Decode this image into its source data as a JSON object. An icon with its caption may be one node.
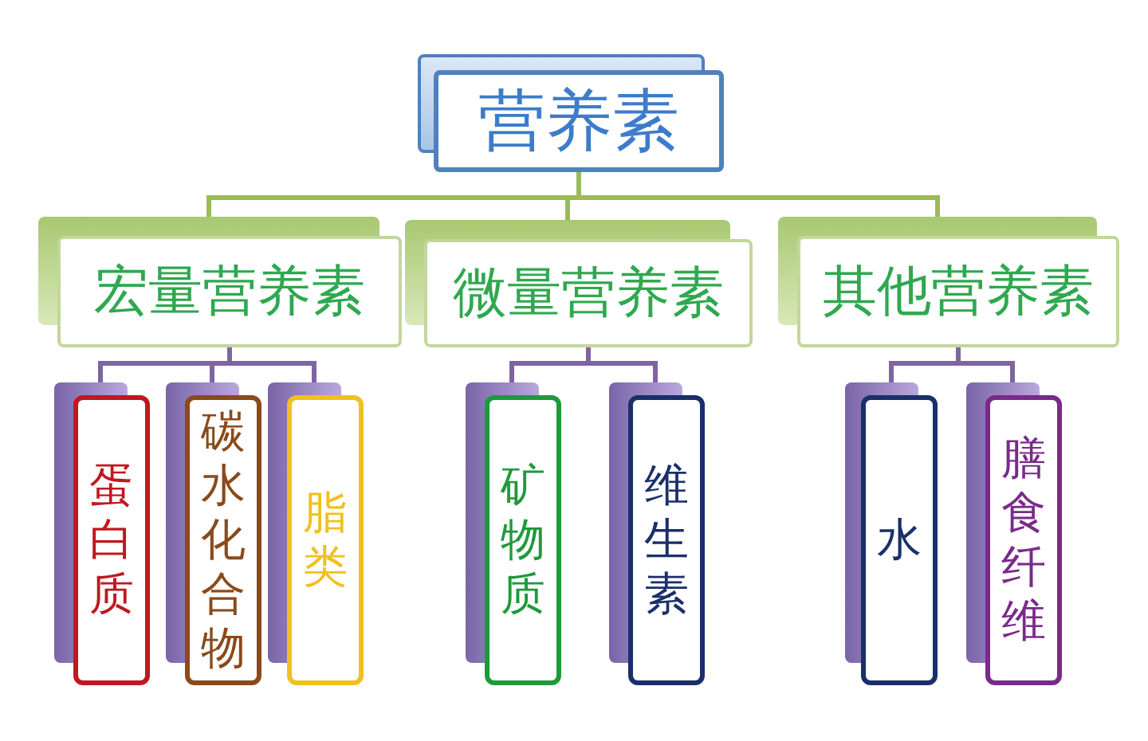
{
  "diagram": {
    "nodes": [
      {
        "text": [
          "营养素"
        ]
      },
      {
        "text": [
          "宏量营养素"
        ]
      },
      {
        "text": [
          "微量营养素"
        ]
      },
      {
        "text": [
          "其他营养素"
        ]
      },
      {
        "text": [
          "蛋白质"
        ]
      },
      {
        "text": [
          "碳水化合物"
        ]
      },
      {
        "text": [
          "脂类"
        ]
      },
      {
        "text": [
          "矿物质"
        ]
      },
      {
        "text": [
          "维生素"
        ]
      },
      {
        "text": [
          "水"
        ]
      },
      {
        "text": [
          "膳食纤维"
        ]
      }
    ],
    "edges": [
      {
        "from": 0,
        "to": 1,
        "arrow": "none"
      },
      {
        "from": 0,
        "to": 2,
        "arrow": "none"
      },
      {
        "from": 0,
        "to": 3,
        "arrow": "none"
      },
      {
        "from": 1,
        "to": 4,
        "arrow": "none",
        "color": "#8064a2"
      },
      {
        "from": 1,
        "to": 5,
        "arrow": "none",
        "color": "#8064a2"
      },
      {
        "from": 1,
        "to": 6,
        "arrow": "none",
        "color": "#8064a2"
      },
      {
        "from": 2,
        "to": 7,
        "arrow": "none",
        "color": "#8064a2"
      },
      {
        "from": 2,
        "to": 8,
        "arrow": "none",
        "color": "#8064a2"
      },
      {
        "from": 3,
        "to": 9,
        "arrow": "none",
        "color": "#8064a2"
      },
      {
        "from": 3,
        "to": 10,
        "arrow": "none",
        "color": "#8064a2"
      }
    ]
  }
}
